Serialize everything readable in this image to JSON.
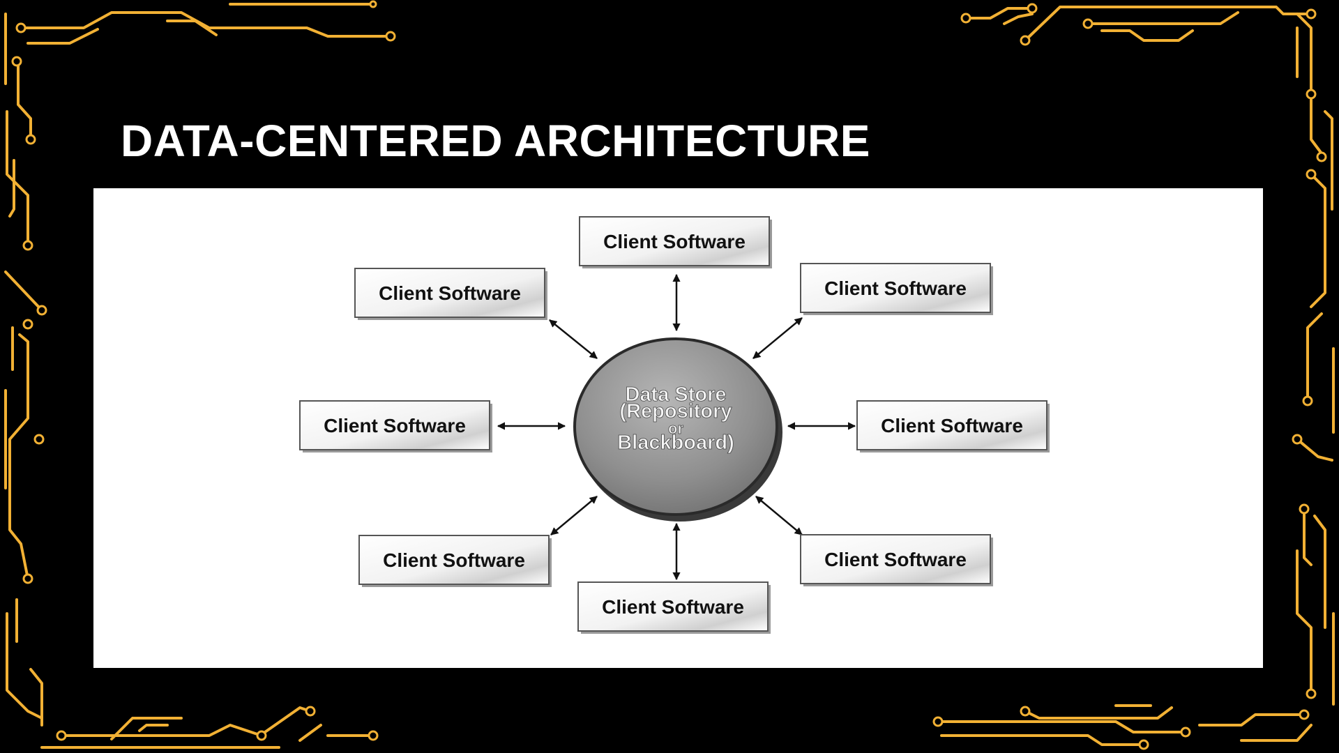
{
  "slide": {
    "title": "DATA-CENTERED ARCHITECTURE",
    "colors": {
      "background": "#000000",
      "circuit": "#f2b134",
      "title": "#ffffff",
      "panel": "#ffffff"
    }
  },
  "diagram": {
    "center": {
      "lines": [
        "Data Store",
        "(Repository",
        "or",
        "Blackboard)"
      ]
    },
    "clients": [
      {
        "label": "Client Software"
      },
      {
        "label": "Client Software"
      },
      {
        "label": "Client Software"
      },
      {
        "label": "Client Software"
      },
      {
        "label": "Client Software"
      },
      {
        "label": "Client Software"
      },
      {
        "label": "Client Software"
      },
      {
        "label": "Client Software"
      }
    ]
  }
}
